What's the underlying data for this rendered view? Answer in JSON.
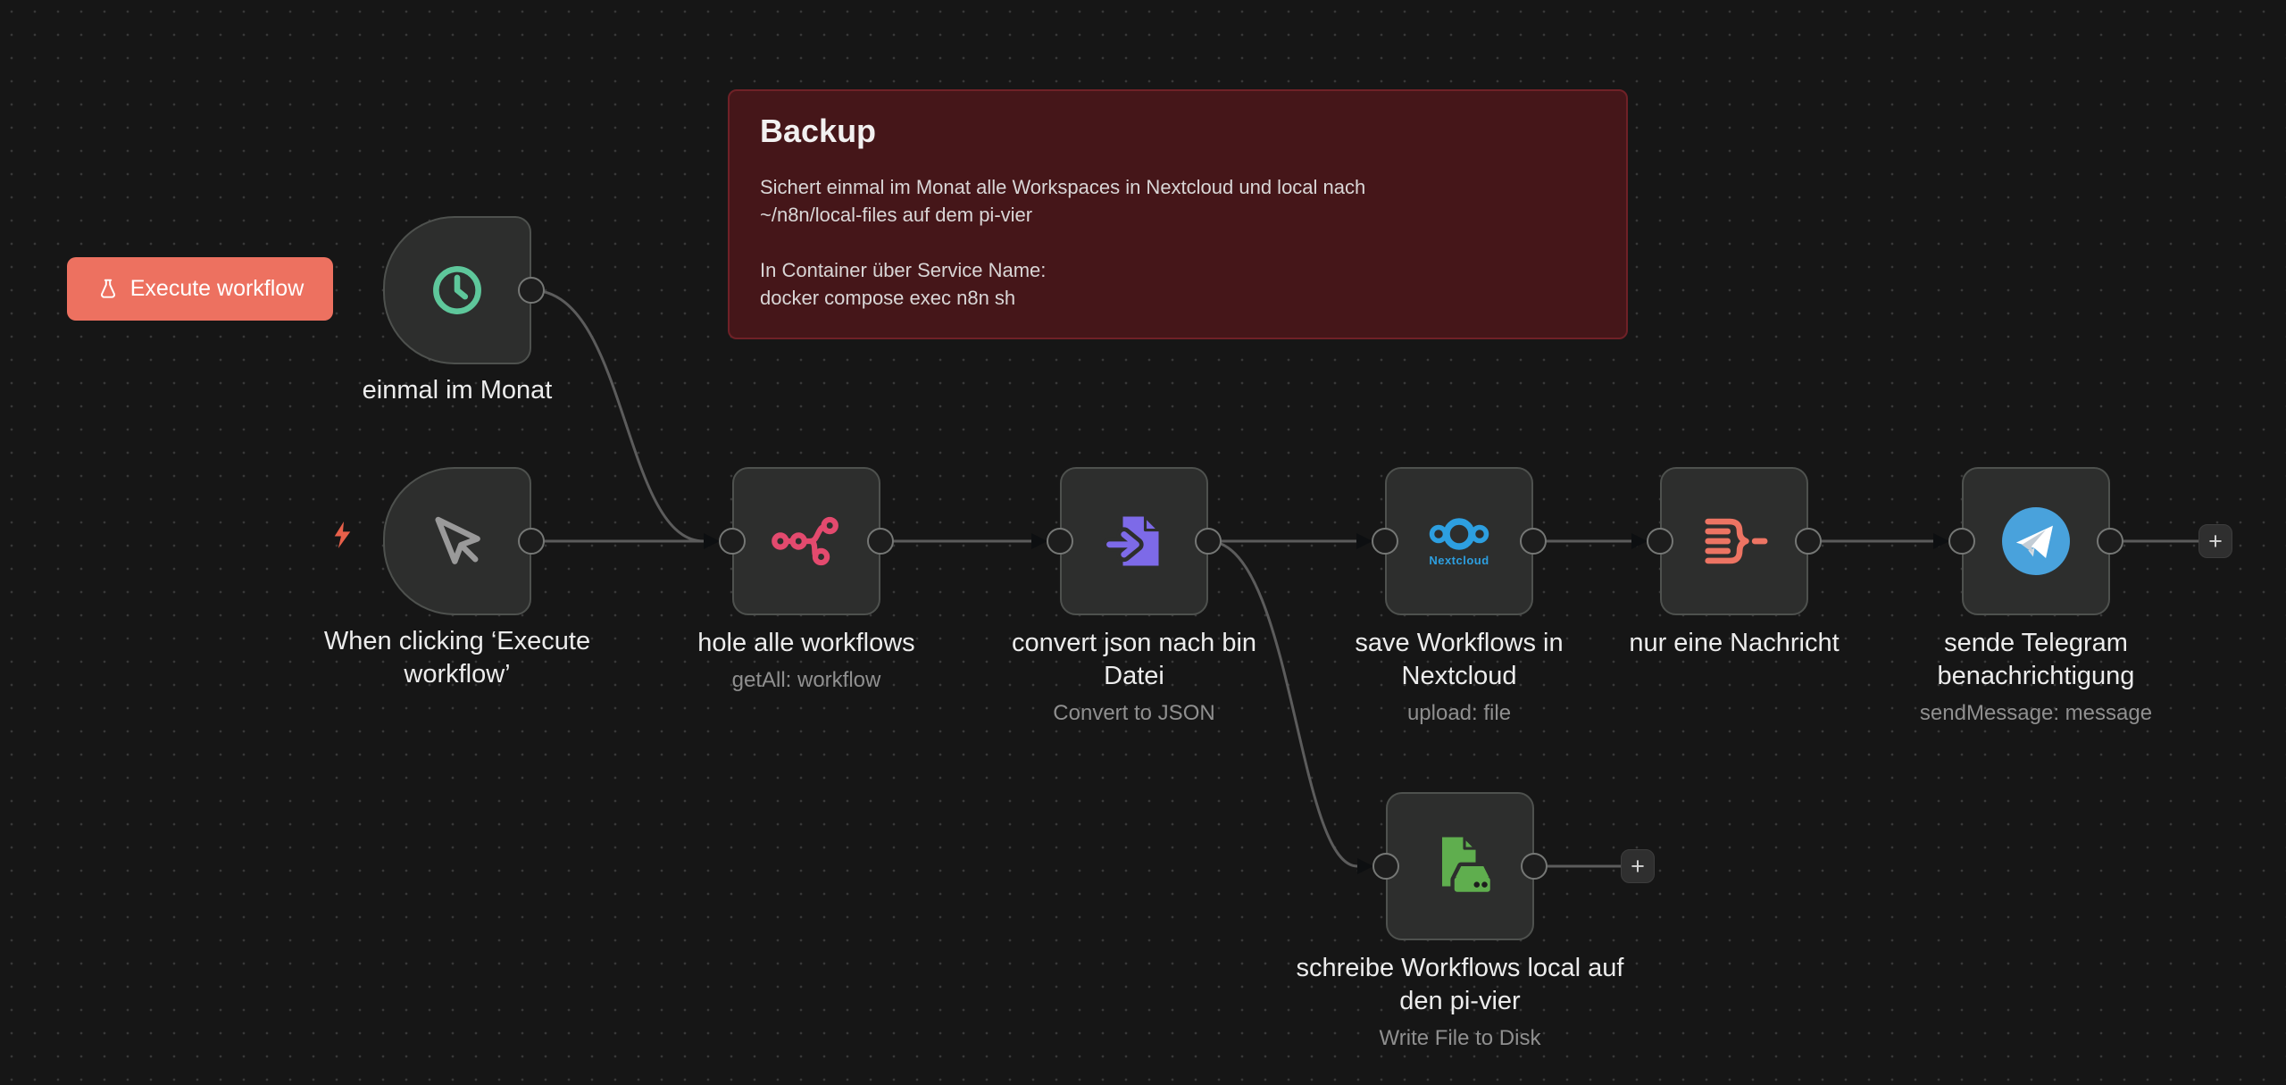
{
  "colors": {
    "canvas_bg": "#161616",
    "canvas_dot": "#383838",
    "node_bg": "#2d2e2d",
    "node_border": "#4e514e",
    "edge": "#5c5c5c",
    "arrow": "#0d0f11",
    "port_border": "#757775",
    "port_bg": "#1d1d1d",
    "label": "#ececec",
    "sublabel": "#8f8f8f",
    "sticky_bg": "#451619",
    "sticky_border": "#6f2127",
    "sticky_title": "#f2f0f0",
    "sticky_text": "#d9d6d6",
    "execute_bg": "#ed7160",
    "execute_text": "#ffffff",
    "accent_schedule": "#5ec79b",
    "accent_manual": "#9a9a9a",
    "accent_bolt": "#e8604a",
    "accent_n8n": "#e34a6e",
    "accent_convert": "#7d6ae8",
    "accent_nextcloud": "#2d9fe0",
    "accent_limit": "#ed7463",
    "accent_telegram": "#49a2dc",
    "accent_telegram_plane": "#ffffff",
    "accent_write": "#5fae4e",
    "plus_bg": "#2f2f2f",
    "plus_glyph": "#d6d6d6"
  },
  "execute_button": {
    "label": "Execute workflow"
  },
  "sticky_note": {
    "title": "Backup",
    "paragraph1": [
      "Sichert einmal im Monat alle Workspaces in Nextcloud und local nach",
      "~/n8n/local-files auf dem pi-vier"
    ],
    "paragraph2": [
      "In Container über Service Name:",
      "docker compose exec n8n sh"
    ]
  },
  "nodes": {
    "schedule_trigger": {
      "label": "einmal im Monat"
    },
    "manual_trigger": {
      "label": "When clicking ‘Execute workflow’"
    },
    "get_workflows": {
      "label": "hole alle workflows",
      "sublabel": "getAll: workflow"
    },
    "convert": {
      "label": "convert json nach bin Datei",
      "sublabel": "Convert to JSON"
    },
    "nextcloud": {
      "label": "save Workflows in Nextcloud",
      "sublabel": "upload: file",
      "logo_text": "Nextcloud"
    },
    "limit": {
      "label": "nur eine Nachricht"
    },
    "telegram": {
      "label": "sende Telegram benachrichtigung",
      "sublabel": "sendMessage: message"
    },
    "write_file": {
      "label": "schreibe Workflows local auf den pi-vier",
      "sublabel": "Write File to Disk"
    }
  },
  "plus_button": {
    "glyph": "+"
  }
}
